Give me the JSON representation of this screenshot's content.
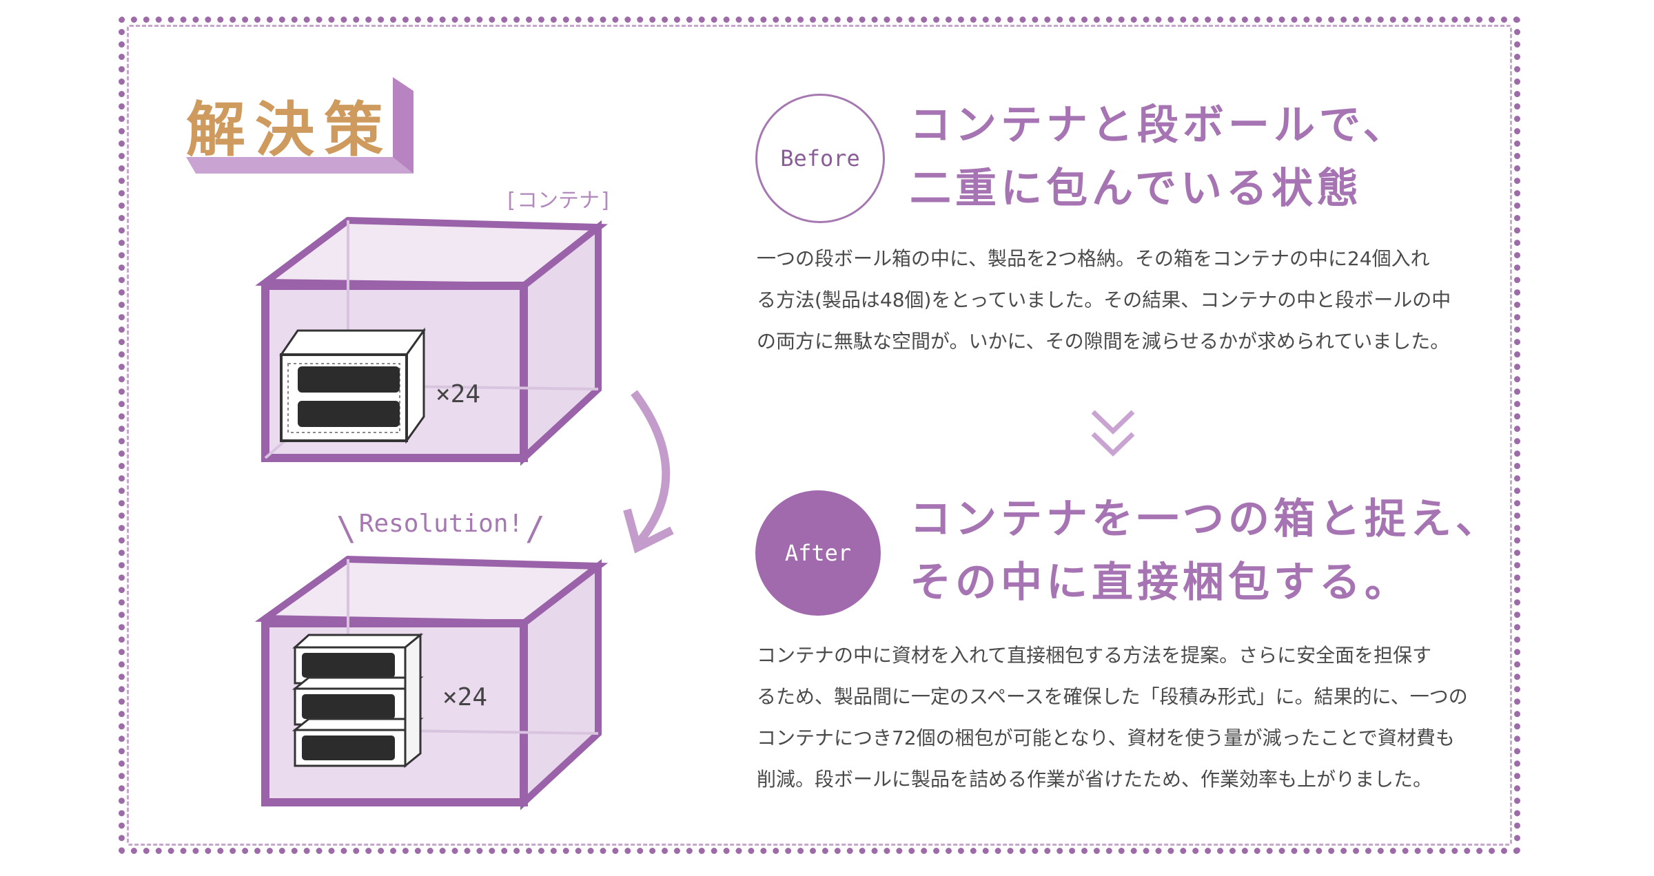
{
  "heading": "解決策",
  "illustration": {
    "container_label": "[コンテナ]",
    "resolution_label": "Resolution!",
    "top_count": "×24",
    "bottom_count": "×24"
  },
  "before": {
    "badge": "Before",
    "title_lines": [
      "コンテナと段ボールで、",
      "二重に包んでいる状態"
    ],
    "text_lines": [
      "一つの段ボール箱の中に、製品を2つ格納。その箱をコンテナの中に24個入れ",
      "る方法(製品は48個)をとっていました。その結果、コンテナの中と段ボールの中",
      "の両方に無駄な空間が。いかに、その隙間を減らせるかが求められていました。"
    ]
  },
  "after": {
    "badge": "After",
    "title_lines": [
      "コンテナを一つの箱と捉え、",
      "その中に直接梱包する。"
    ],
    "text_lines": [
      "コンテナの中に資材を入れて直接梱包する方法を提案。さらに安全面を担保す",
      "るため、製品間に一定のスペースを確保した「段積み形式」に。結果的に、一つの",
      "コンテナにつき72個の梱包が可能となり、資材を使う量が減ったことで資材費も",
      "削減。段ボールに製品を詰める作業が省けたため、作業効率も上がりました。"
    ]
  },
  "colors": {
    "accent": "#a674b2",
    "accent_dark": "#8a5d96",
    "heading_orange": "#cf9a5d",
    "box_fill": "#eadcee"
  }
}
